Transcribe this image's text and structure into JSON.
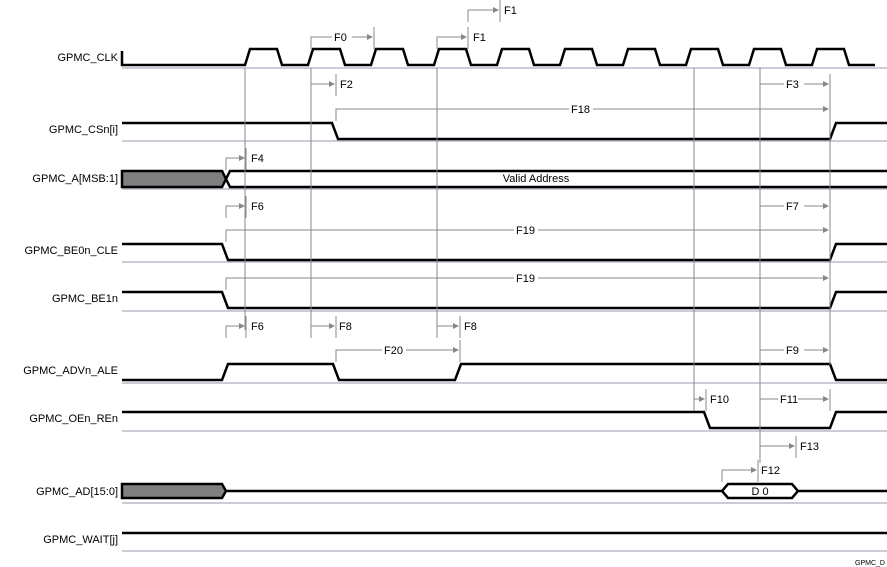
{
  "signals": [
    {
      "name": "GPMC_CLK"
    },
    {
      "name": "GPMC_CSn[i]"
    },
    {
      "name": "GPMC_A[MSB:1]"
    },
    {
      "name": "GPMC_BE0n_CLE"
    },
    {
      "name": "GPMC_BE1n"
    },
    {
      "name": "GPMC_ADVn_ALE"
    },
    {
      "name": "GPMC_OEn_REn"
    },
    {
      "name": "GPMC_AD[15:0]"
    },
    {
      "name": "GPMC_WAIT[j]"
    }
  ],
  "bus_labels": {
    "address": "Valid Address",
    "data": "D 0"
  },
  "timing_params": [
    "F0",
    "F1",
    "F1",
    "F2",
    "F18",
    "F3",
    "F4",
    "F6",
    "F7",
    "F19",
    "F19",
    "F6",
    "F8",
    "F8",
    "F20",
    "F9",
    "F10",
    "F11",
    "F13",
    "F12"
  ],
  "footer": "GPMC_D",
  "colors": {
    "signal": "#000000",
    "undefined_fill": "#808080",
    "reference": "#888888",
    "baseline": "#9a9ab0"
  }
}
